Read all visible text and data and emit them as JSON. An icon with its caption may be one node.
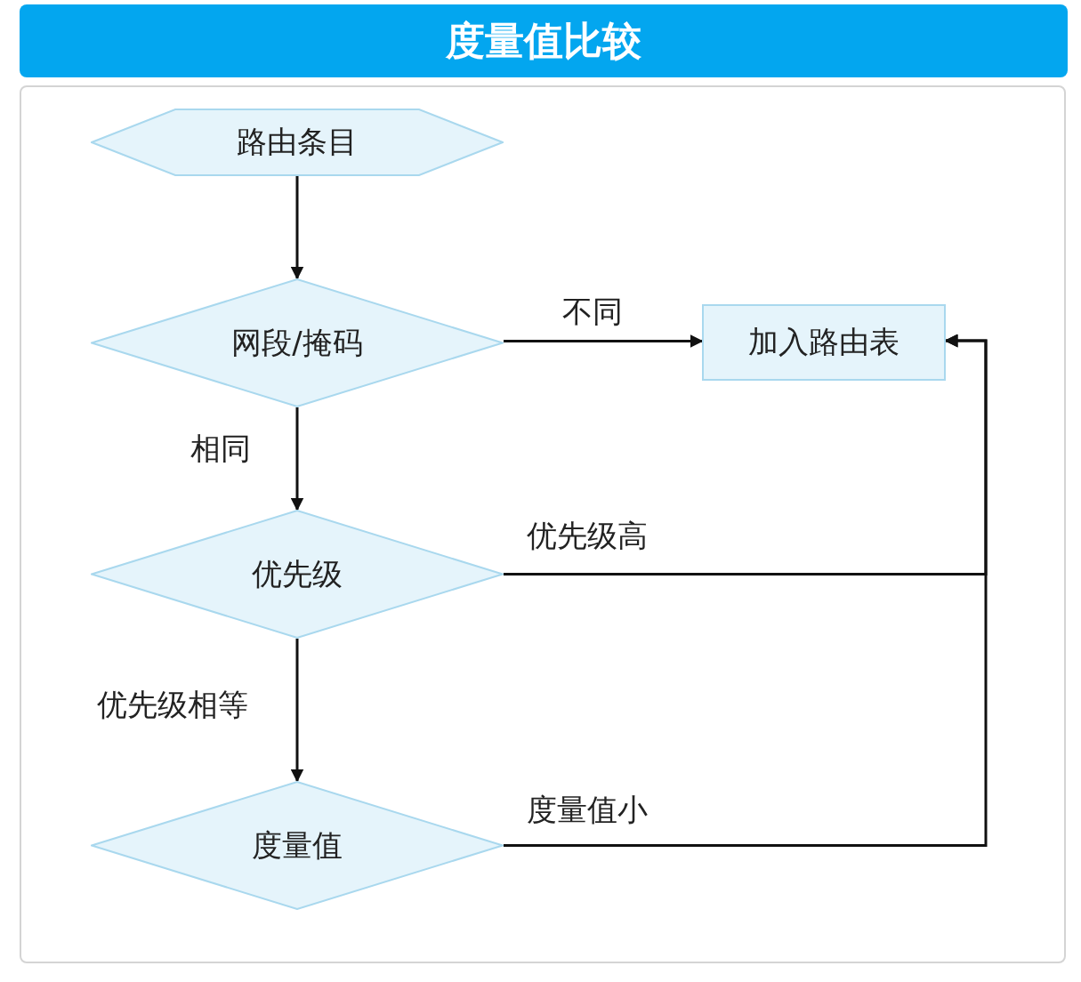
{
  "diagram": {
    "title": "度量值比较",
    "nodes": [
      {
        "text": [
          "路由条目"
        ]
      },
      {
        "text": [
          "网段/掩码"
        ]
      },
      {
        "text": [
          "加入路由表"
        ]
      },
      {
        "text": [
          "优先级"
        ]
      },
      {
        "text": [
          "度量值"
        ]
      }
    ],
    "edges": [
      {
        "from": 0,
        "to": 1,
        "arrow": "to"
      },
      {
        "from": 1,
        "to": 2,
        "arrow": "to",
        "label": "不同"
      },
      {
        "from": 1,
        "to": 3,
        "arrow": "to",
        "label": "相同"
      },
      {
        "from": 3,
        "to": 2,
        "arrow": "to",
        "label": "优先级高"
      },
      {
        "from": 3,
        "to": 4,
        "arrow": "to",
        "label": "优先级相等"
      },
      {
        "from": 4,
        "to": 2,
        "arrow": "to",
        "label": "度量值小"
      }
    ]
  }
}
